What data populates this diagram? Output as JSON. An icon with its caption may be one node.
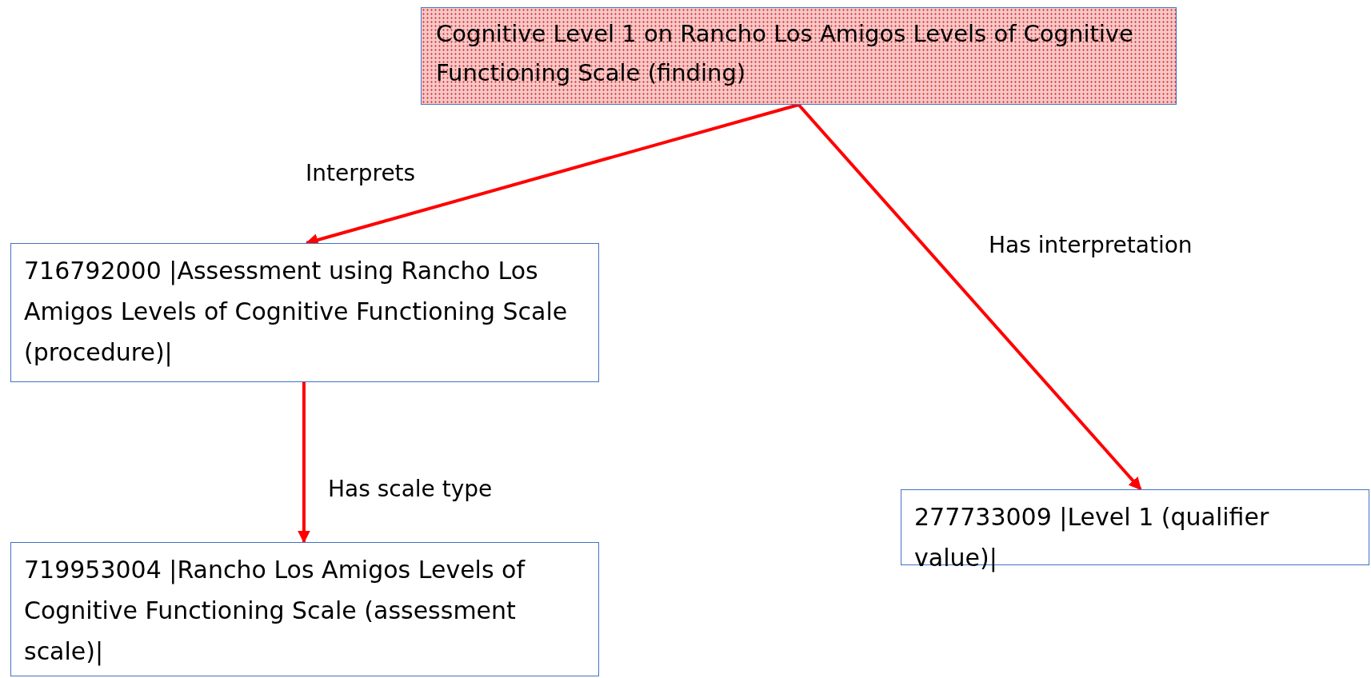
{
  "diagram": {
    "nodes": [
      {
        "text": [
          "Cognitive Level 1 on Rancho Los Amigos Levels of Cognitive Functioning Scale (finding)"
        ]
      },
      {
        "text": [
          "716792000 |Assessment using Rancho Los Amigos Levels of Cognitive Functioning Scale (procedure)|"
        ]
      },
      {
        "text": [
          "719953004 |Rancho Los Amigos Levels of Cognitive Functioning Scale (assessment scale)|"
        ]
      },
      {
        "text": [
          "277733009 |Level 1 (qualifier value)|"
        ]
      }
    ],
    "edges": [
      {
        "from": 0,
        "to": 1,
        "arrow": "to",
        "label": "Interprets"
      },
      {
        "from": 0,
        "to": 3,
        "arrow": "to",
        "label": "Has interpretation"
      },
      {
        "from": 1,
        "to": 2,
        "arrow": "to",
        "label": "Has scale type"
      }
    ]
  }
}
